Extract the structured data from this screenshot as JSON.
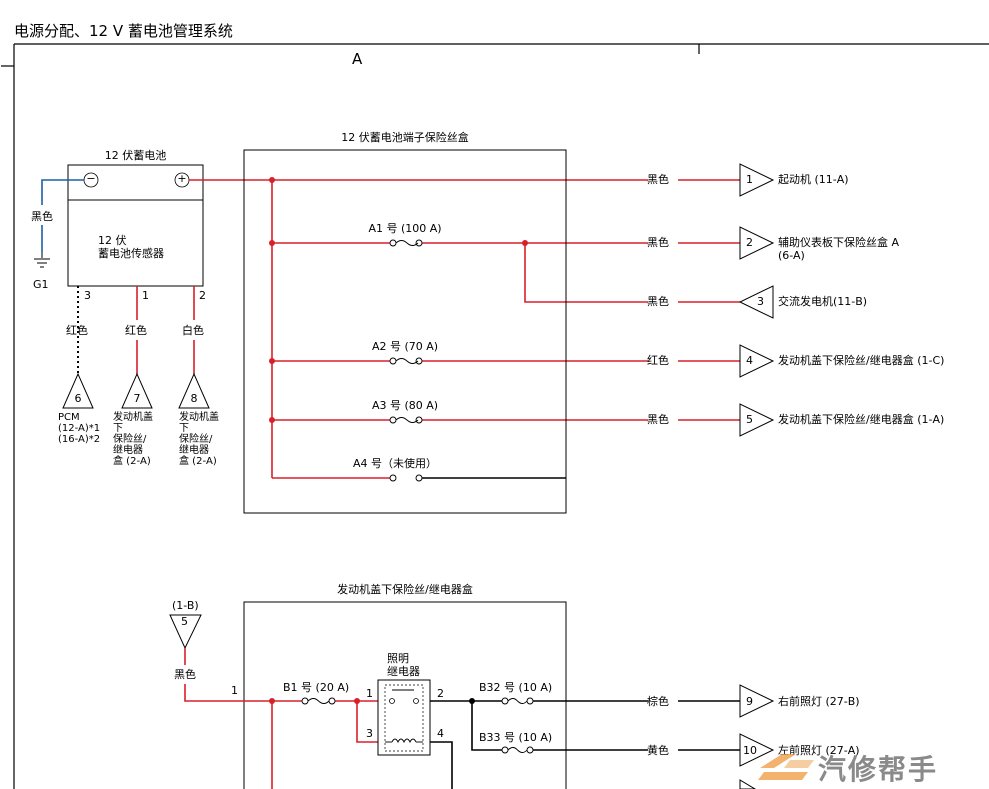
{
  "header": {
    "title": "电源分配、12 V 蓄电池管理系统",
    "section": "A"
  },
  "battery": {
    "title": "12 伏蓄电池",
    "minus_symbol": "−",
    "plus_symbol": "+",
    "sensor_label": "12 伏\n蓄电池传感器",
    "ground_wire": "黑色",
    "ground_label": "G1",
    "pins": [
      {
        "pin": "3",
        "wire": "红色",
        "connector": "6",
        "dest": "PCM\n(12-A)*1\n(16-A)*2"
      },
      {
        "pin": "1",
        "wire": "红色",
        "connector": "7",
        "dest": "发动机盖\n下\n保险丝/\n继电器\n盒 (2-A)"
      },
      {
        "pin": "2",
        "wire": "白色",
        "connector": "8",
        "dest": "发动机盖\n下\n保险丝/\n继电器\n盒 (2-A)"
      }
    ]
  },
  "battery_fuse_box": {
    "title": "12 伏蓄电池端子保险丝盒",
    "fuses": [
      {
        "name": "A1 号 (100 A)"
      },
      {
        "name": "A2 号 (70 A)"
      },
      {
        "name": "A3 号 (80 A)"
      },
      {
        "name": "A4 号（未使用）"
      }
    ]
  },
  "outputs_top": [
    {
      "wire": "黑色",
      "connector": "1",
      "dest": "起动机 (11-A)"
    },
    {
      "wire": "黑色",
      "connector": "2",
      "dest": "辅助仪表板下保险丝盒 A\n(6-A)"
    },
    {
      "wire": "黑色",
      "connector": "3",
      "dest": "交流发电机(11-B)"
    },
    {
      "wire": "红色",
      "connector": "4",
      "dest": "发动机盖下保险丝/继电器盒 (1-C)"
    },
    {
      "wire": "黑色",
      "connector": "5",
      "dest": "发动机盖下保险丝/继电器盒 (1-A)"
    }
  ],
  "underhood_box": {
    "title": "发动机盖下保险丝/继电器盒",
    "input_ref": "(1-B)",
    "input_connector": "5",
    "input_wire": "黑色",
    "input_pin": "1",
    "b1_fuse": "B1 号 (20 A)",
    "relay_label": "照明\n继电器",
    "relay_pins": [
      "1",
      "2",
      "3",
      "4"
    ],
    "b32_fuse": "B32 号 (10 A)",
    "b33_fuse": "B33 号 (10 A)"
  },
  "outputs_bottom": [
    {
      "wire": "棕色",
      "connector": "9",
      "dest": "右前照灯 (27-B)"
    },
    {
      "wire": "黄色",
      "connector": "10",
      "dest": "左前照灯 (27-A)"
    }
  ],
  "watermark": {
    "text": "汽修帮手"
  },
  "colors": {
    "power_wire": "#d9202a",
    "ground_wire": "#1f5fa8",
    "black_wire": "#000000",
    "watermark": "#8a8a8a",
    "watermark_logo": "#f0a04b"
  }
}
